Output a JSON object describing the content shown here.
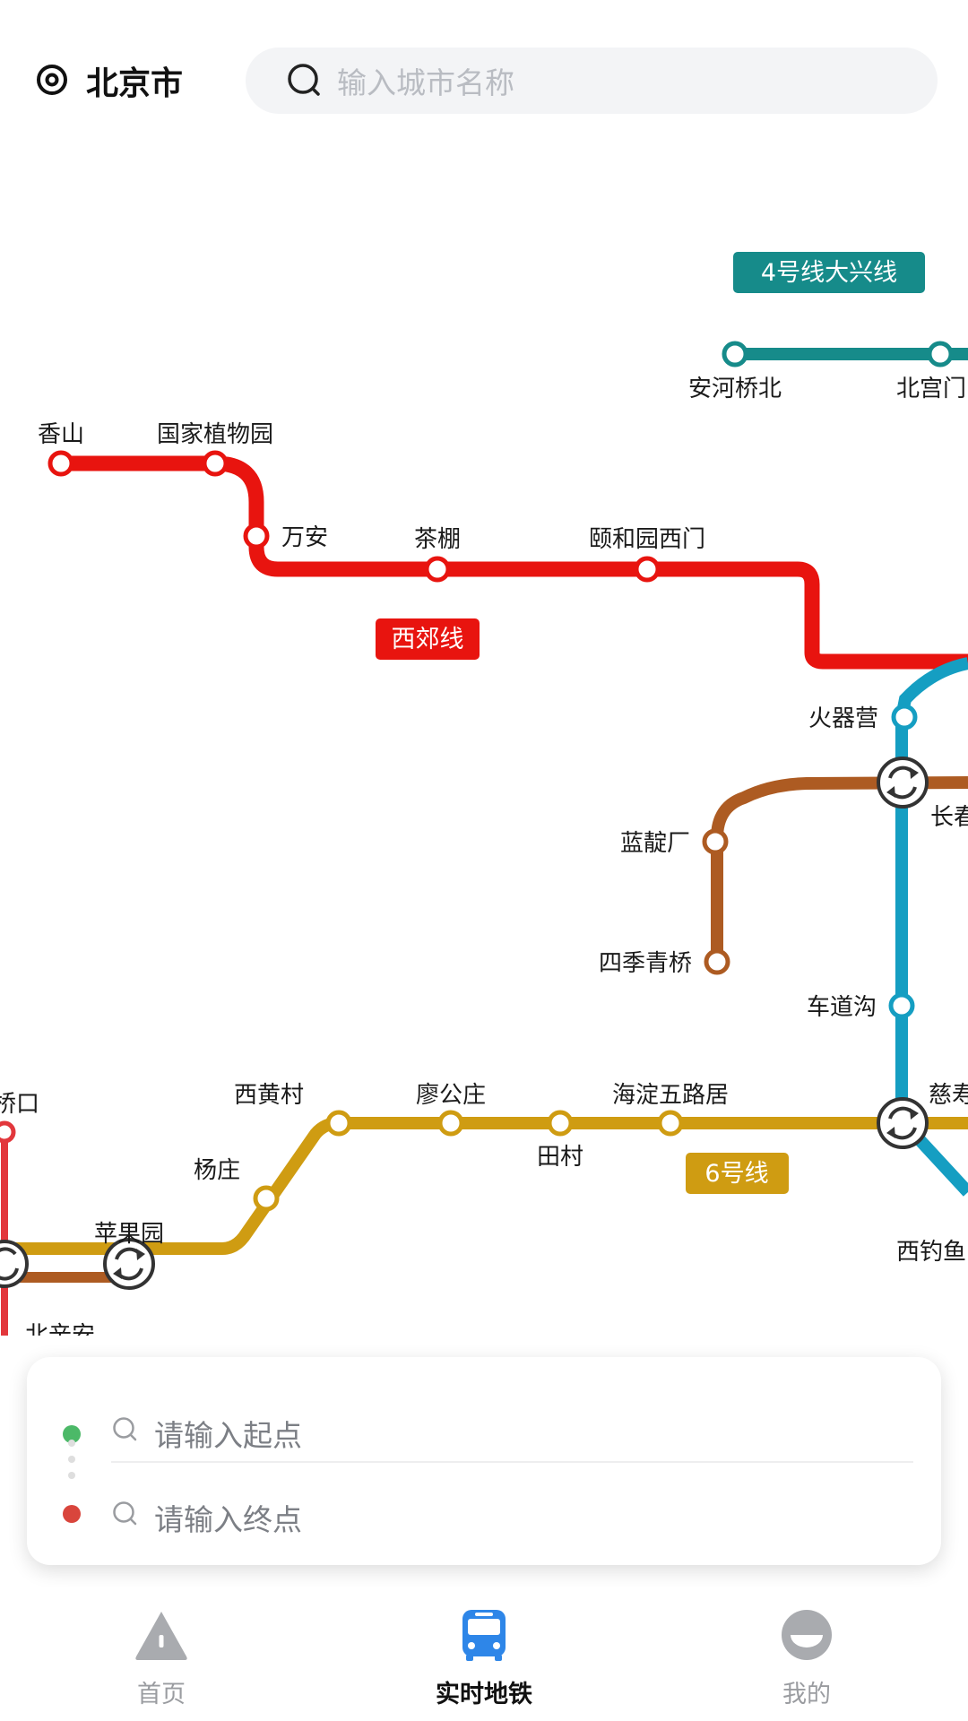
{
  "header": {
    "city": "北京市",
    "search_placeholder": "输入城市名称"
  },
  "map": {
    "line_badges": {
      "line4": "4号线大兴线",
      "xijiao": "西郊线",
      "line6": "6号线"
    },
    "stations": {
      "xiangshan": "香山",
      "guojia": "国家植物园",
      "wanan": "万安",
      "chapeng": "茶棚",
      "yiheyuan": "颐和园西门",
      "anhe": "安河桥北",
      "beigong": "北宫门",
      "huoqiying": "火器营",
      "changchun": "长春桥",
      "landian": "蓝靛厂",
      "siji": "四季青桥",
      "chedao": "车道沟",
      "jinan": "金安桥口",
      "xihuang": "西黄村",
      "liaogong": "廖公庄",
      "haidian": "海淀五路居",
      "cishou": "慈寿寺",
      "tiancun": "田村",
      "yangzhuang": "杨庄",
      "pingguo": "苹果园",
      "xidiaoyu": "西钓鱼台",
      "beixin": "北辛安"
    },
    "colors": {
      "xijiao": "#e8140f",
      "line4": "#168b8a",
      "line10": "#159ec2",
      "brown": "#ad5b22",
      "line6": "#cf9c12",
      "line1": "#e2373c"
    }
  },
  "route": {
    "start_placeholder": "请输入起点",
    "end_placeholder": "请输入终点"
  },
  "nav": {
    "home": "首页",
    "metro": "实时地铁",
    "mine": "我的"
  }
}
